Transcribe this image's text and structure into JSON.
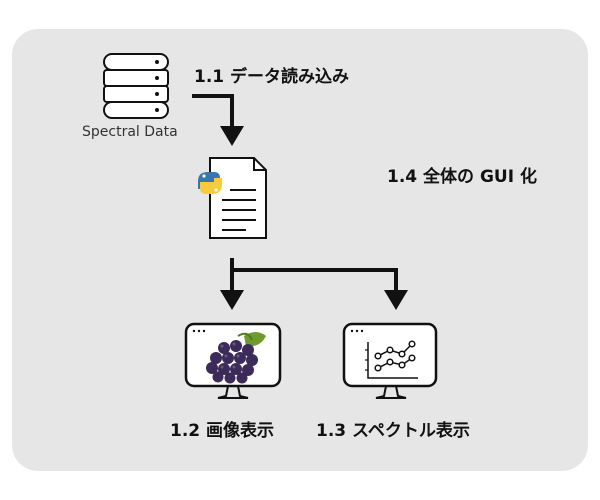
{
  "nodes": {
    "data_source": {
      "label": "Spectral Data"
    },
    "load_step": {
      "label": "1.1 データ読み込み"
    },
    "gui_step": {
      "label": "1.4 全体の GUI 化"
    },
    "image_step": {
      "label": "1.2 画像表示"
    },
    "spectrum_step": {
      "label": "1.3 スペクトル表示"
    }
  },
  "icons": {
    "database": "database-icon",
    "script": "python-file-icon",
    "image_monitor": "grape-monitor-icon",
    "plot_monitor": "plot-monitor-icon"
  },
  "colors": {
    "panel": "#e6e6e6",
    "stroke": "#111111",
    "python_blue": "#3a75b0",
    "python_yellow": "#f7cc3c",
    "grape": "#3c2a58",
    "leaf": "#6e9a2e"
  }
}
